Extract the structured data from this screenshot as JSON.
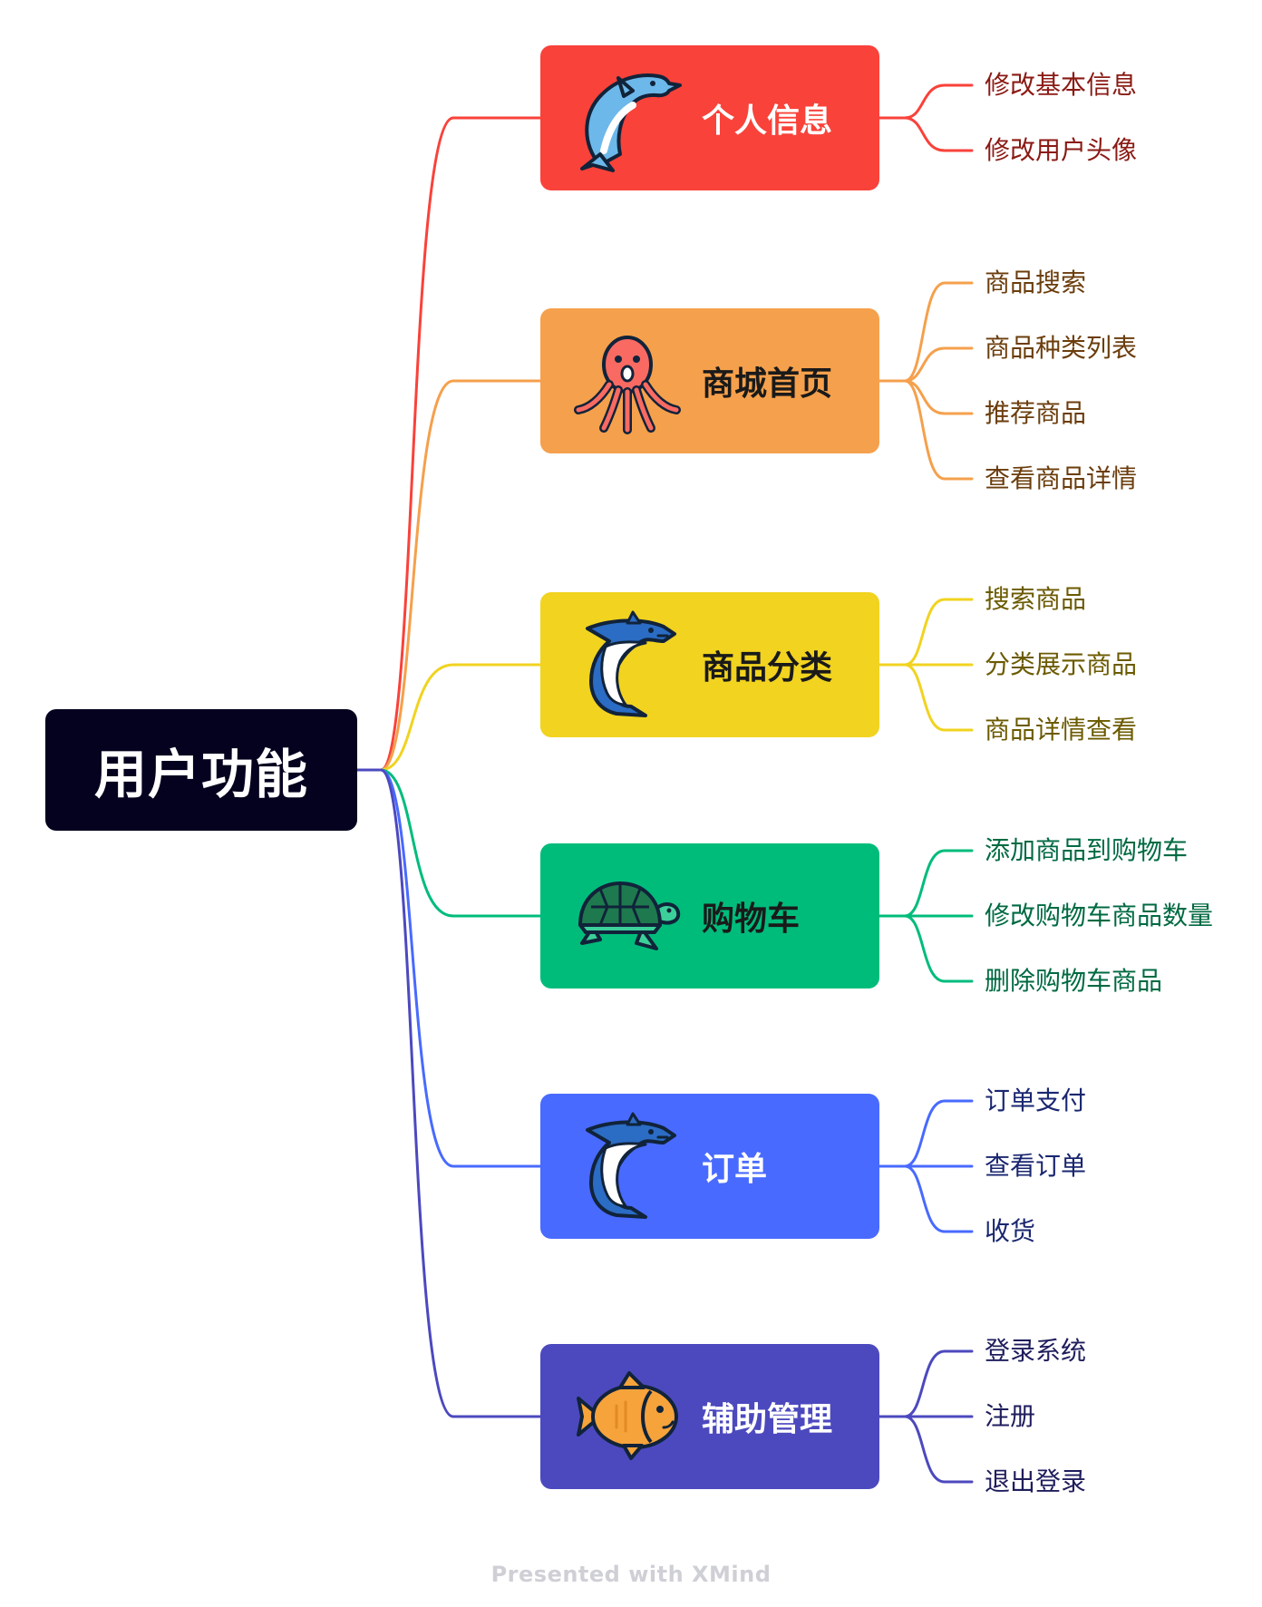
{
  "root": {
    "label": "用户功能",
    "color": "#04021f"
  },
  "branches": [
    {
      "label": "个人信息",
      "color": "#f9423a",
      "text_color": "#ffffff",
      "leaf_color": "#8a1a14",
      "icon": "dolphin-icon",
      "leaves": [
        "修改基本信息",
        "修改用户头像"
      ]
    },
    {
      "label": "商城首页",
      "color": "#f5a04c",
      "text_color": "#1a1a1a",
      "leaf_color": "#6b3d0c",
      "icon": "octopus-icon",
      "leaves": [
        "商品搜索",
        "商品种类列表",
        "推荐商品",
        "查看商品详情"
      ]
    },
    {
      "label": "商品分类",
      "color": "#f1d320",
      "text_color": "#1a1a1a",
      "leaf_color": "#6b5a00",
      "icon": "shark-icon",
      "leaves": [
        "搜索商品",
        "分类展示商品",
        "商品详情查看"
      ]
    },
    {
      "label": "购物车",
      "color": "#00bc7b",
      "text_color": "#1a1a1a",
      "leaf_color": "#006a42",
      "icon": "turtle-icon",
      "leaves": [
        "添加商品到购物车",
        "修改购物车商品数量",
        "删除购物车商品"
      ]
    },
    {
      "label": "订单",
      "color": "#486aff",
      "text_color": "#ffffff",
      "leaf_color": "#1a2770",
      "icon": "shark-icon",
      "leaves": [
        "订单支付",
        "查看订单",
        "收货"
      ]
    },
    {
      "label": "辅助管理",
      "color": "#4c49be",
      "text_color": "#ffffff",
      "leaf_color": "#1f1d5c",
      "icon": "fish-icon",
      "leaves": [
        "登录系统",
        "注册",
        "退出登录"
      ]
    }
  ],
  "footer": {
    "text": "Presented with XMind"
  }
}
